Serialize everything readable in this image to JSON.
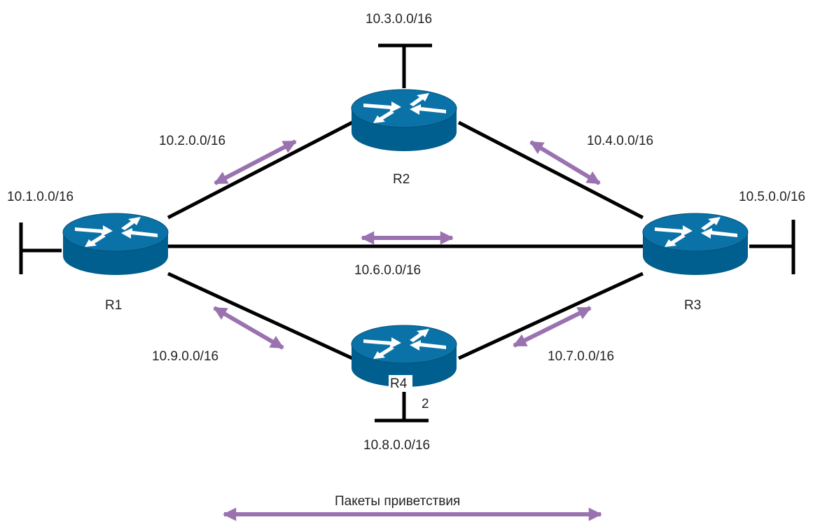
{
  "colors": {
    "router_body": "#005f8e",
    "router_top": "#0a6ea3",
    "router_arrow": "#ffffff",
    "link": "#000000",
    "hello_arrow": "#9b72b0",
    "text": "#222222"
  },
  "routers": {
    "r1": "R1",
    "r2": "R2",
    "r3": "R3",
    "r4": "R4"
  },
  "networks": {
    "n1": "10.1.0.0/16",
    "n2": "10.2.0.0/16",
    "n3": "10.3.0.0/16",
    "n4": "10.4.0.0/16",
    "n5": "10.5.0.0/16",
    "n6": "10.6.0.0/16",
    "n7": "10.7.0.0/16",
    "n8": "10.8.0.0/16",
    "n9": "10.9.0.0/16"
  },
  "extra_label": "2",
  "legend": {
    "label": "Пакеты приветствия"
  }
}
